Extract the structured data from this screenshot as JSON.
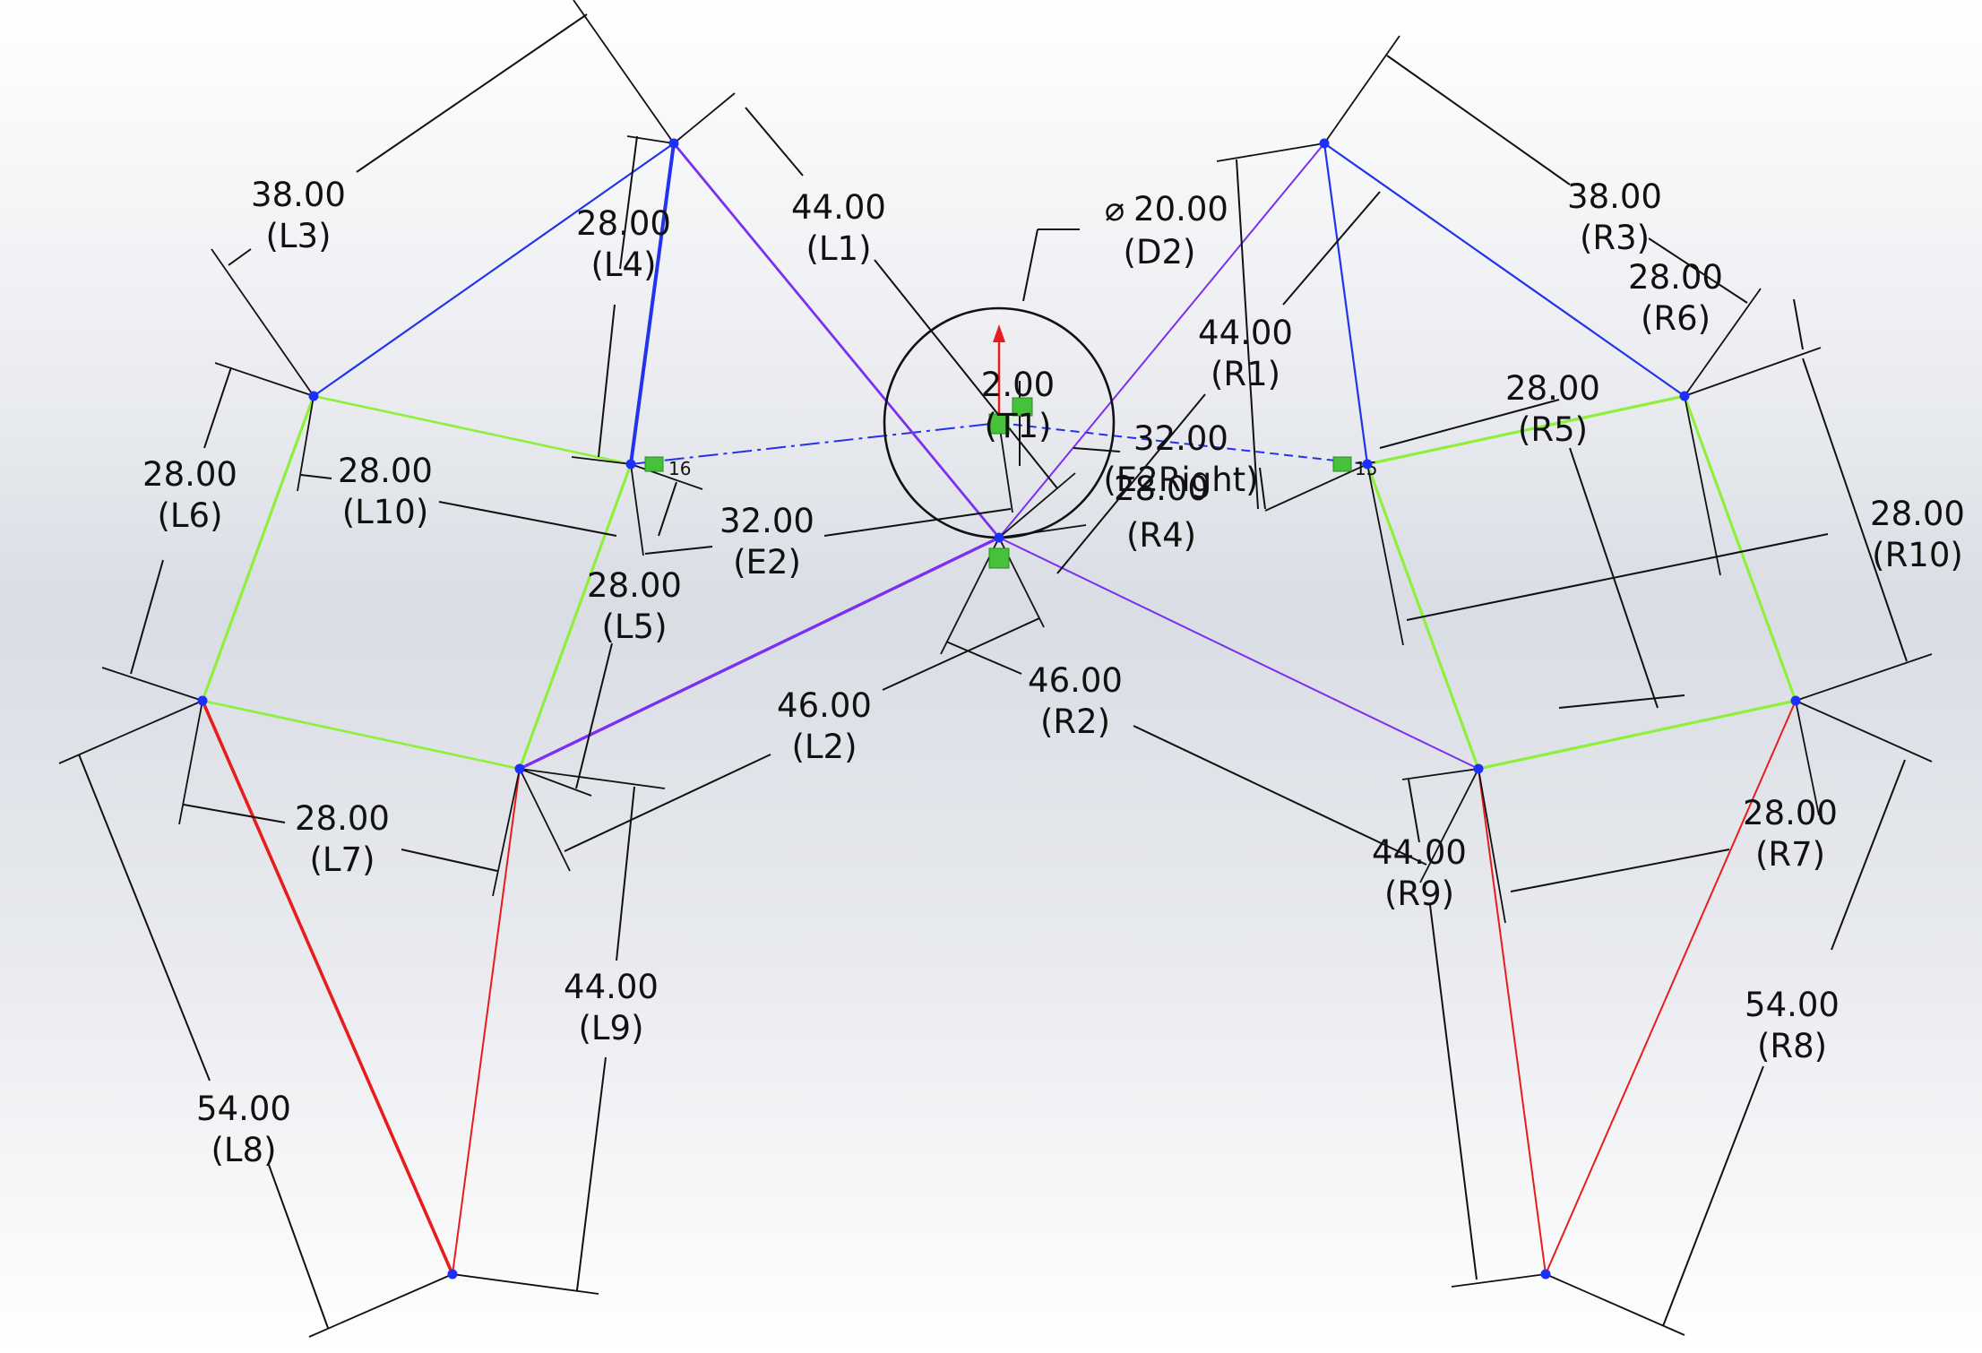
{
  "colors": {
    "blue": "#2233ee",
    "green": "#8ef03a",
    "violet": "#7b2ff0",
    "red": "#e81c1c",
    "dimension": "#111111",
    "marker": "#46c23a",
    "origin_arrow": "#e81c1c"
  },
  "dimensions": {
    "L1": {
      "value": "44.00",
      "label": "(L1)"
    },
    "L2": {
      "value": "46.00",
      "label": "(L2)"
    },
    "L3": {
      "value": "38.00",
      "label": "(L3)"
    },
    "L4": {
      "value": "28.00",
      "label": "(L4)"
    },
    "L5": {
      "value": "28.00",
      "label": "(L5)"
    },
    "L6": {
      "value": "28.00",
      "label": "(L6)"
    },
    "L7": {
      "value": "28.00",
      "label": "(L7)"
    },
    "L8": {
      "value": "54.00",
      "label": "(L8)"
    },
    "L9": {
      "value": "44.00",
      "label": "(L9)"
    },
    "L10": {
      "value": "28.00",
      "label": "(L10)"
    },
    "R1": {
      "value": "44.00",
      "label": "(R1)"
    },
    "R2": {
      "value": "46.00",
      "label": "(R2)"
    },
    "R3": {
      "value": "38.00",
      "label": "(R3)"
    },
    "R4": {
      "value": "28.00",
      "label": "(R4)"
    },
    "R5": {
      "value": "28.00",
      "label": "(R5)"
    },
    "R6": {
      "value": "28.00",
      "label": "(R6)"
    },
    "R7": {
      "value": "28.00",
      "label": "(R7)"
    },
    "R8": {
      "value": "54.00",
      "label": "(R8)"
    },
    "R9": {
      "value": "44.00",
      "label": "(R9)"
    },
    "R10": {
      "value": "28.00",
      "label": "(R10)"
    },
    "E2": {
      "value": "32.00",
      "label": "(E2)"
    },
    "E2Right": {
      "value": "32.00",
      "label": "(E2Right)"
    },
    "D2": {
      "value": "20.00",
      "label": "(D2)",
      "symbol": "⌀"
    },
    "T1": {
      "value": "2.00",
      "label": "(T1)"
    }
  },
  "markers": {
    "left": "16",
    "right": "15"
  }
}
